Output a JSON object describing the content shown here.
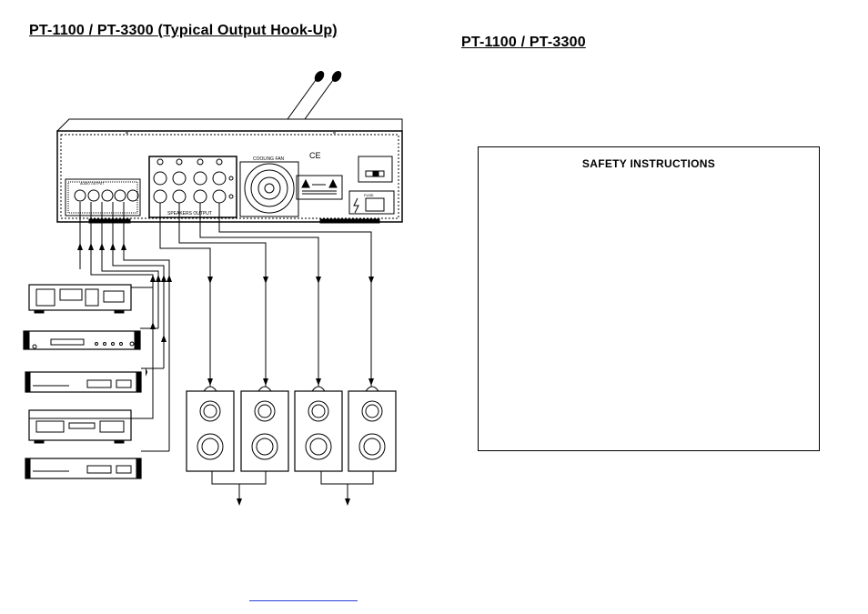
{
  "left_title": "PT-1100 / PT-3300 (Typical Output Hook-Up)",
  "right_title": "PT-1100 / PT-3300",
  "safety_heading": "SAFETY INSTRUCTIONS",
  "amp_labels": {
    "cooling_fan": "COOLING FAN",
    "speakers_output": "SPEAKERS OUTPUT",
    "ce_mark": "CE",
    "fuse": "FUSE",
    "audio_output": "AUDIO OUTPUT"
  },
  "colors": {
    "ink": "#000000",
    "link": "#2a3fd8"
  }
}
